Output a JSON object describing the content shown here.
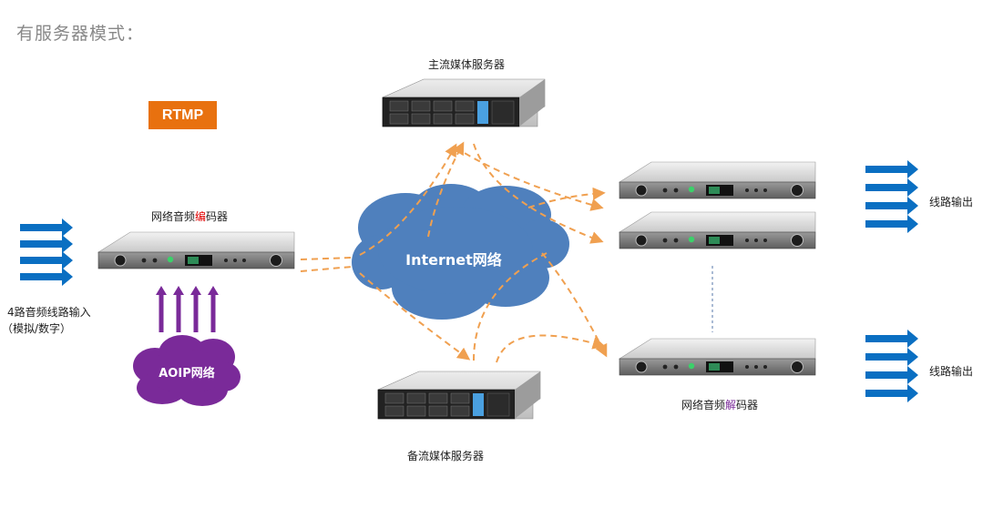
{
  "title": "有服务器模式：",
  "rtmp_label": "RTMP",
  "primary_server": "主流媒体服务器",
  "backup_server": "备流媒体服务器",
  "encoder": {
    "before": "网络音频",
    "highlight": "编",
    "after": "码器"
  },
  "decoder": {
    "before": "网络音频",
    "highlight": "解",
    "after": "码器"
  },
  "input_label_line1": "4路音频线路输入",
  "input_label_line2": "（模拟/数字）",
  "output_label_top": "线路输出",
  "output_label_bottom": "线路输出",
  "cloud_internet": "Internet网络",
  "cloud_aoip": "AOIP网络",
  "colors": {
    "arrow_blue": "#0a6fc2",
    "aoip_purple": "#7a2a99",
    "cloud_blue": "#4f80bd",
    "dashed_orange": "#f0a050",
    "rtmp_orange": "#e8710f"
  }
}
